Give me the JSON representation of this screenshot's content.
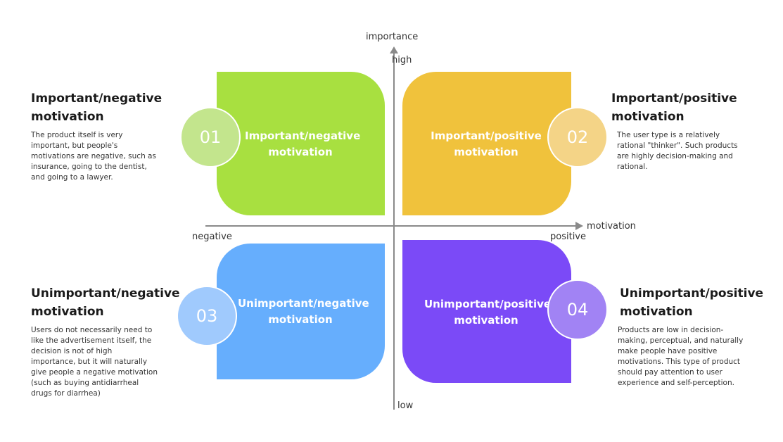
{
  "axes": {
    "vertical_label": "importance",
    "high_label": "high",
    "low_label": "low",
    "horizontal_label": "motivation",
    "negative_label": "negative",
    "positive_label": "positive"
  },
  "quadrants": [
    {
      "number": "01",
      "label_line1": "Important/negative",
      "label_line2": "motivation",
      "title_line1": "Important/negative",
      "title_line2": "motivation",
      "desc_lines": [
        "The product itself is very",
        "important, but people's",
        "motivations are negative, such as",
        "insurance, going to the dentist,",
        "and going to a lawyer."
      ],
      "color": "#A8E040"
    },
    {
      "number": "02",
      "label_line1": "Important/positive",
      "label_line2": "motivation",
      "title_line1": "Important/positive",
      "title_line2": "motivation",
      "desc_lines": [
        "The user type is a relatively",
        "rational \"thinker\". Such products",
        "are highly decision-making and",
        "rational."
      ],
      "color": "#F0C23C"
    },
    {
      "number": "03",
      "label_line1": "Unimportant/negative",
      "label_line2": "motivation",
      "title_line1": "Unimportant/negative",
      "title_line2": "motivation",
      "desc_lines": [
        "Users do not necessarily need to",
        "like the advertisement itself, the",
        "decision is not of high",
        "importance, but it will naturally",
        "give people a negative motivation",
        "(such as buying antidiarrheal",
        "drugs for diarrhea)"
      ],
      "color": "#66AEFD"
    },
    {
      "number": "04",
      "label_line1": "Unimportant/positive",
      "label_line2": "motivation",
      "title_line1": "Unimportant/positive",
      "title_line2": "motivation",
      "desc_lines": [
        "Products are low in decision-",
        "making, perceptual, and naturally",
        "make people have positive",
        "motivations. This type of product",
        "should pay attention to user",
        "experience and self-perception."
      ],
      "color": "#7B4AF7"
    }
  ]
}
